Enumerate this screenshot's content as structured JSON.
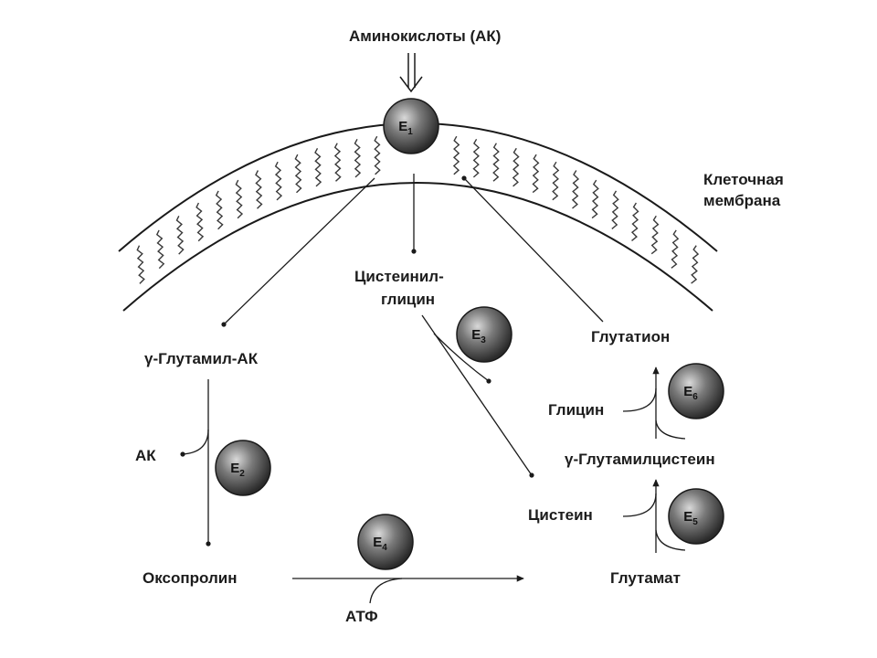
{
  "labels": {
    "amino_acids": "Аминокислоты (АК)",
    "cell_membrane_line1": "Клеточная",
    "cell_membrane_line2": "мембрана",
    "cysteinylglycine_line1": "Цистеинил-",
    "cysteinylglycine_line2": "глицин",
    "gamma_glutamyl_aa": "γ-Глутамил-АК",
    "glutathione": "Глутатион",
    "glycine": "Глицин",
    "gamma_glutamylcysteine": "γ-Глутамилцистеин",
    "aa": "АК",
    "cysteine": "Цистеин",
    "oxoproline": "Оксопролин",
    "glutamate": "Глутамат",
    "atp": "АТФ"
  },
  "enzymes": [
    {
      "id": "e1",
      "letter": "E",
      "sub": "1"
    },
    {
      "id": "e2",
      "letter": "E",
      "sub": "2"
    },
    {
      "id": "e3",
      "letter": "E",
      "sub": "3"
    },
    {
      "id": "e4",
      "letter": "E",
      "sub": "4"
    },
    {
      "id": "e5",
      "letter": "E",
      "sub": "5"
    },
    {
      "id": "e6",
      "letter": "E",
      "sub": "6"
    }
  ],
  "colors": {
    "line": "#1a1a1a",
    "enzyme_light": "#d9d9d9",
    "enzyme_mid": "#7a7a7a",
    "enzyme_dark": "#2b2b2b",
    "membrane_hatch": "#3a3a3a"
  }
}
